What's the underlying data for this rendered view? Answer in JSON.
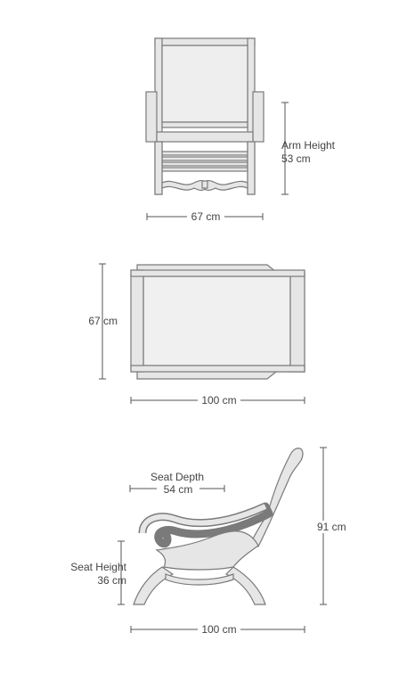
{
  "labels": {
    "front_arm_height_title": "Arm Height",
    "front_arm_height_value": "53 cm",
    "front_width": "67 cm",
    "top_depth": "67 cm",
    "top_length": "100 cm",
    "side_seat_depth_title": "Seat Depth",
    "side_seat_depth_value": "54 cm",
    "side_seat_height_title": "Seat Height",
    "side_seat_height_value": "36 cm",
    "side_height": "91 cm",
    "side_length": "100 cm"
  },
  "colors": {
    "wood": "#e6e6e6",
    "outline": "#7a7a7a",
    "dimension_line": "#555555"
  }
}
